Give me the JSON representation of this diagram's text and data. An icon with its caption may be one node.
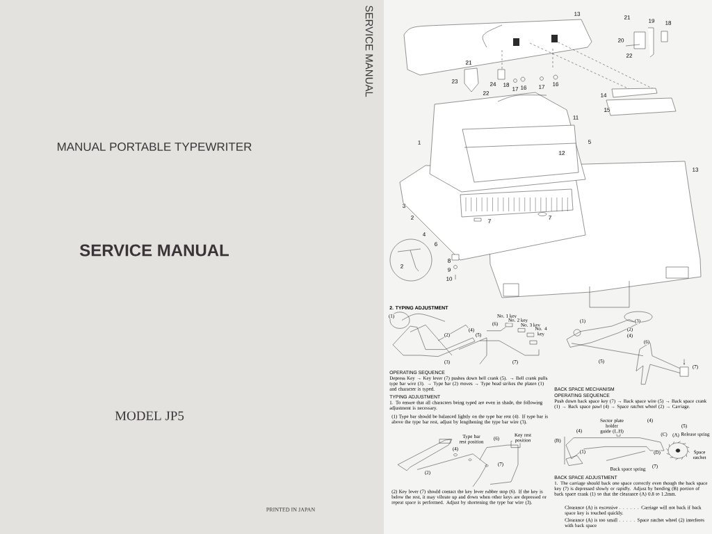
{
  "diagram": {
    "labels": [
      "MANUAL PORTABLE TYPEWRITER",
      "SERVICE MANUAL",
      "MODEL JP5",
      "PRINTED IN JAPAN",
      "SERVICE MANUAL",
      "13",
      "21",
      "19",
      "18",
      "20",
      "22",
      "21",
      "23",
      "24",
      "18",
      "17",
      "16",
      "17",
      "16",
      "22",
      "14",
      "15",
      "11",
      "5",
      "12",
      "1",
      "13",
      "3",
      "2",
      "4",
      "6",
      "7",
      "7",
      "2",
      "8",
      "9",
      "10",
      "2. TYPING ADJUSTMENT",
      "(1)",
      "No. 1 key",
      "No. 2 key",
      "(6)",
      "No. 3 key",
      "No. 4 key",
      "(4)",
      "(2)",
      "(5)",
      "(3)",
      "(7)",
      "OPERATING SEQUENCE",
      "Depress Key → Key lever (7) pushes down bell crank (5). → Bell crank pulls type bar wire (3). → Type bar (2) moves → Type head strikes the platen (1) and character is typed.",
      "TYPING ADJUSTMENT",
      "1. To ensure that all characters being typed are even in shade, the following adjustment is necessary.",
      "(1) Type bar should be balanced lightly on the type bar rest (4). If type bar is above the type bar rest, adjust by lengthening the type bar wire (3).",
      "Type bar rest position",
      "(6)",
      "Key rest position",
      "(4)",
      "(7)",
      "(2)",
      "(2) Key lever (7) should contact the key lever rubber stop (6). If the key is below the rest, it may vibrate up and down when other keys are depressed or repeat space is performed. Adjust by shortening the type bar wire (3).",
      "(1)",
      "(3)",
      "(2)",
      "(4)",
      "(6)",
      "(5)",
      "(7)",
      "BACK SPACE MECHANISM",
      "OPERATING SEQUENCE",
      "Push down back space key (7) → Back space wire (5) → Back space crank (1) → Back space pawl (4) → Space ratchet wheel (2) → Carriage.",
      "Sector plate holder guide (L.H)",
      "(4)",
      "(4)",
      "(5)",
      "(C)",
      "(A)",
      "Release spring",
      "(B)",
      "(1)",
      "(D)",
      "Space ratchet",
      "(7)",
      "Back space spring",
      "BACK SPACE ADJUSTMENT",
      "1. The carriage should back one space correctly even though the back space key (7) is depressed slowly or rapidly. Adjust by bending (B) portion of back space crank (1) so that the clearance (A) 0.8 to 1.2mm.",
      "Clearance (A) is excessive . . . . . . Carriage will not back if back space key is touched quickly.",
      "Clearance (A) is too small . . . . . Space ratchet wheel (2) interferes with back space"
    ]
  }
}
